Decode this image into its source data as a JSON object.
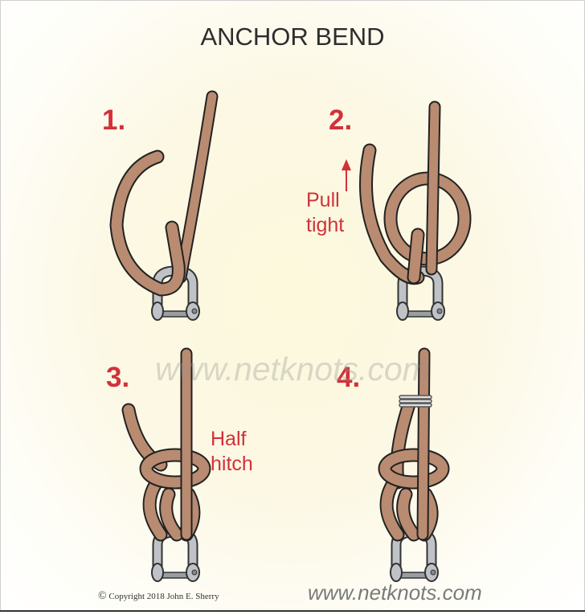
{
  "title": "ANCHOR BEND",
  "steps": [
    {
      "number": "1."
    },
    {
      "number": "2.",
      "label_line1": "Pull",
      "label_line2": "tight"
    },
    {
      "number": "3.",
      "label_line1": "Half",
      "label_line2": "hitch"
    },
    {
      "number": "4."
    }
  ],
  "watermark": "www.netknots.com",
  "website": "www.netknots.com",
  "copyright": "Copyright  2018  John E. Sherry",
  "copyright_symbol": "©",
  "colors": {
    "rope": "#b98b71",
    "accent": "#d2313a",
    "shackle": "#b8bcc0"
  }
}
